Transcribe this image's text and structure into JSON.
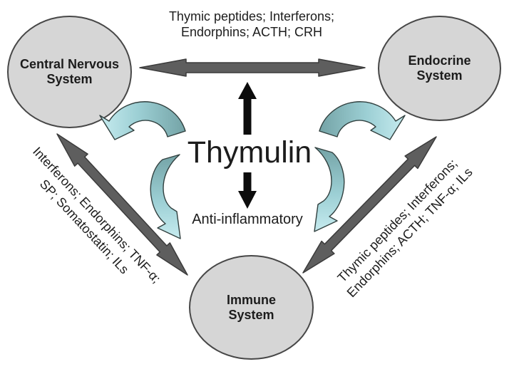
{
  "figure": {
    "center_molecule": "Thymulin",
    "center_effect": "Anti-inflammatory"
  },
  "nodes": {
    "cns": {
      "line1": "Central Nervous",
      "line2": "System"
    },
    "endocrine": {
      "line1": "Endocrine",
      "line2": "System"
    },
    "immune": {
      "line1": "Immune",
      "line2": "System"
    }
  },
  "edges": {
    "cns_endocrine": {
      "line1": "Thymic peptides; Interferons;",
      "line2": "Endorphins; ACTH; CRH"
    },
    "cns_immune": {
      "line1": "Interferons; Endorphins; TNF-α;",
      "line2": "SP; Somatostatin; ILs"
    },
    "endocrine_immune": {
      "line1": "Thymic peptides; Interferons;",
      "line2": "Endorphins; ACTH; TNF-α; ILs"
    }
  },
  "colors": {
    "background": "#ffffff",
    "text": "#1c1c1c",
    "node_fill": "#d6d6d6",
    "node_border": "#474747",
    "arrow_gray": "#5e5e5e",
    "arrow_stroke": "#3b3b3b",
    "arrow_black": "#0c0c0c",
    "teal_dark": "#74a3a6",
    "teal_light": "#c6ebef"
  }
}
